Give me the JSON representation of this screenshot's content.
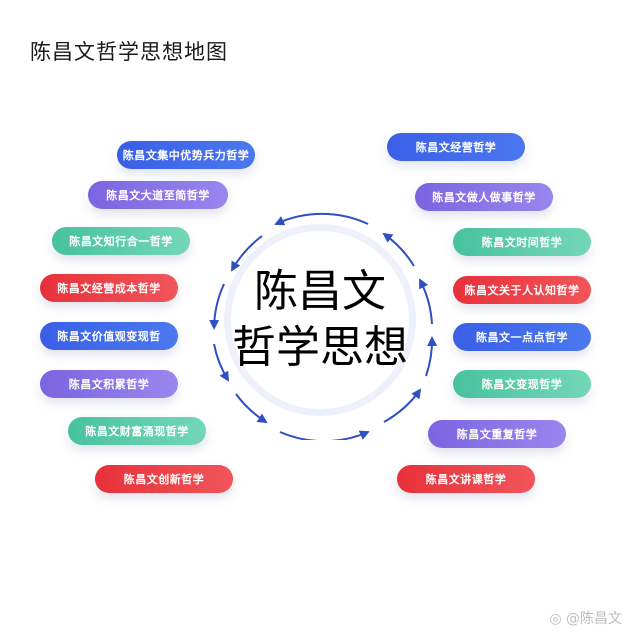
{
  "title": "陈昌文哲学思想地图",
  "center": {
    "line1": "陈昌文",
    "line2": "哲学思想"
  },
  "colors": {
    "blue": "#3a5fe6",
    "purple": "#7b64e0",
    "green": "#48c29e",
    "red": "#e8313a",
    "arrow": "#2f4fc4"
  },
  "left_items": [
    {
      "label": "陈昌文集中优势兵力哲学",
      "color": "blue"
    },
    {
      "label": "陈昌文大道至简哲学",
      "color": "purple"
    },
    {
      "label": "陈昌文知行合一哲学",
      "color": "green"
    },
    {
      "label": "陈昌文经营成本哲学",
      "color": "red"
    },
    {
      "label": "陈昌文价值观变现哲",
      "color": "blue"
    },
    {
      "label": "陈昌文积累哲学",
      "color": "purple"
    },
    {
      "label": "陈昌文财富涌现哲学",
      "color": "green"
    },
    {
      "label": "陈昌文创新哲学",
      "color": "red"
    }
  ],
  "right_items": [
    {
      "label": "陈昌文经营哲学",
      "color": "blue"
    },
    {
      "label": "陈昌文做人做事哲学",
      "color": "purple"
    },
    {
      "label": "陈昌文时间哲学",
      "color": "green"
    },
    {
      "label": "陈昌文关于人认知哲学",
      "color": "red"
    },
    {
      "label": "陈昌文一点点哲学",
      "color": "blue"
    },
    {
      "label": "陈昌文变现哲学",
      "color": "green"
    },
    {
      "label": "陈昌文重复哲学",
      "color": "purple"
    },
    {
      "label": "陈昌文讲课哲学",
      "color": "red"
    }
  ],
  "watermark": {
    "icon": "weibo-icon",
    "text": "@陈昌文"
  }
}
